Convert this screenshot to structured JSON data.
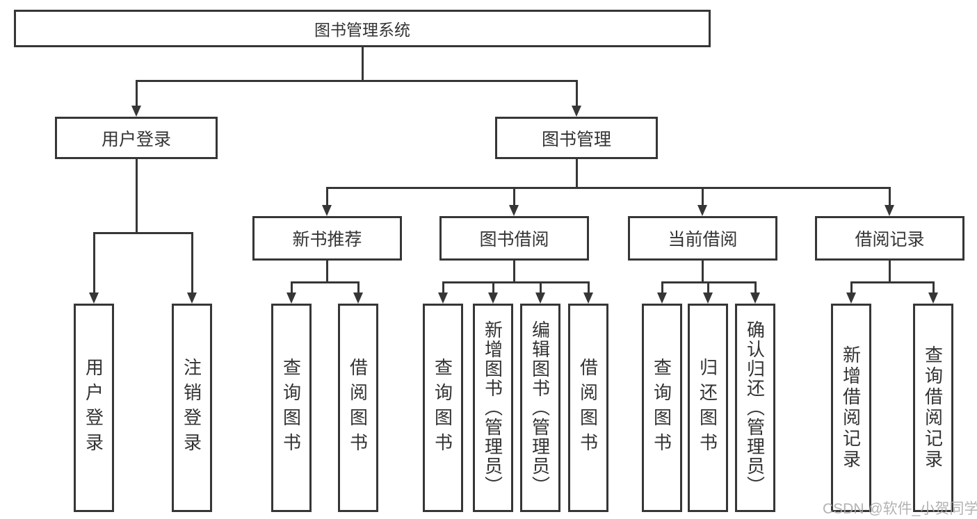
{
  "tree": {
    "root": {
      "label": "图书管理系统"
    },
    "level2": [
      {
        "label": "用户登录",
        "children": [
          {
            "label": "用户登录"
          },
          {
            "label": "注销登录"
          }
        ]
      },
      {
        "label": "图书管理",
        "children": [
          {
            "label": "新书推荐",
            "children": [
              {
                "label": "查询图书"
              },
              {
                "label": "借阅图书"
              }
            ]
          },
          {
            "label": "图书借阅",
            "children": [
              {
                "label": "查询图书"
              },
              {
                "label": "新增图书（管理员）"
              },
              {
                "label": "编辑图书（管理员）"
              },
              {
                "label": "借阅图书"
              }
            ]
          },
          {
            "label": "当前借阅",
            "children": [
              {
                "label": "查询图书"
              },
              {
                "label": "归还图书"
              },
              {
                "label": "确认归还（管理员）"
              }
            ]
          },
          {
            "label": "借阅记录",
            "children": [
              {
                "label": "新增借阅记录"
              },
              {
                "label": "查询借阅记录"
              }
            ]
          }
        ]
      }
    ]
  },
  "watermark": {
    "text": "CSDN @软件_小贺同学"
  },
  "colors": {
    "line": "#363636",
    "box_border": "#363636",
    "box_fill": "#ffffff",
    "text": "#333333",
    "watermark": "#a8a8a8",
    "background": "#ffffff"
  }
}
